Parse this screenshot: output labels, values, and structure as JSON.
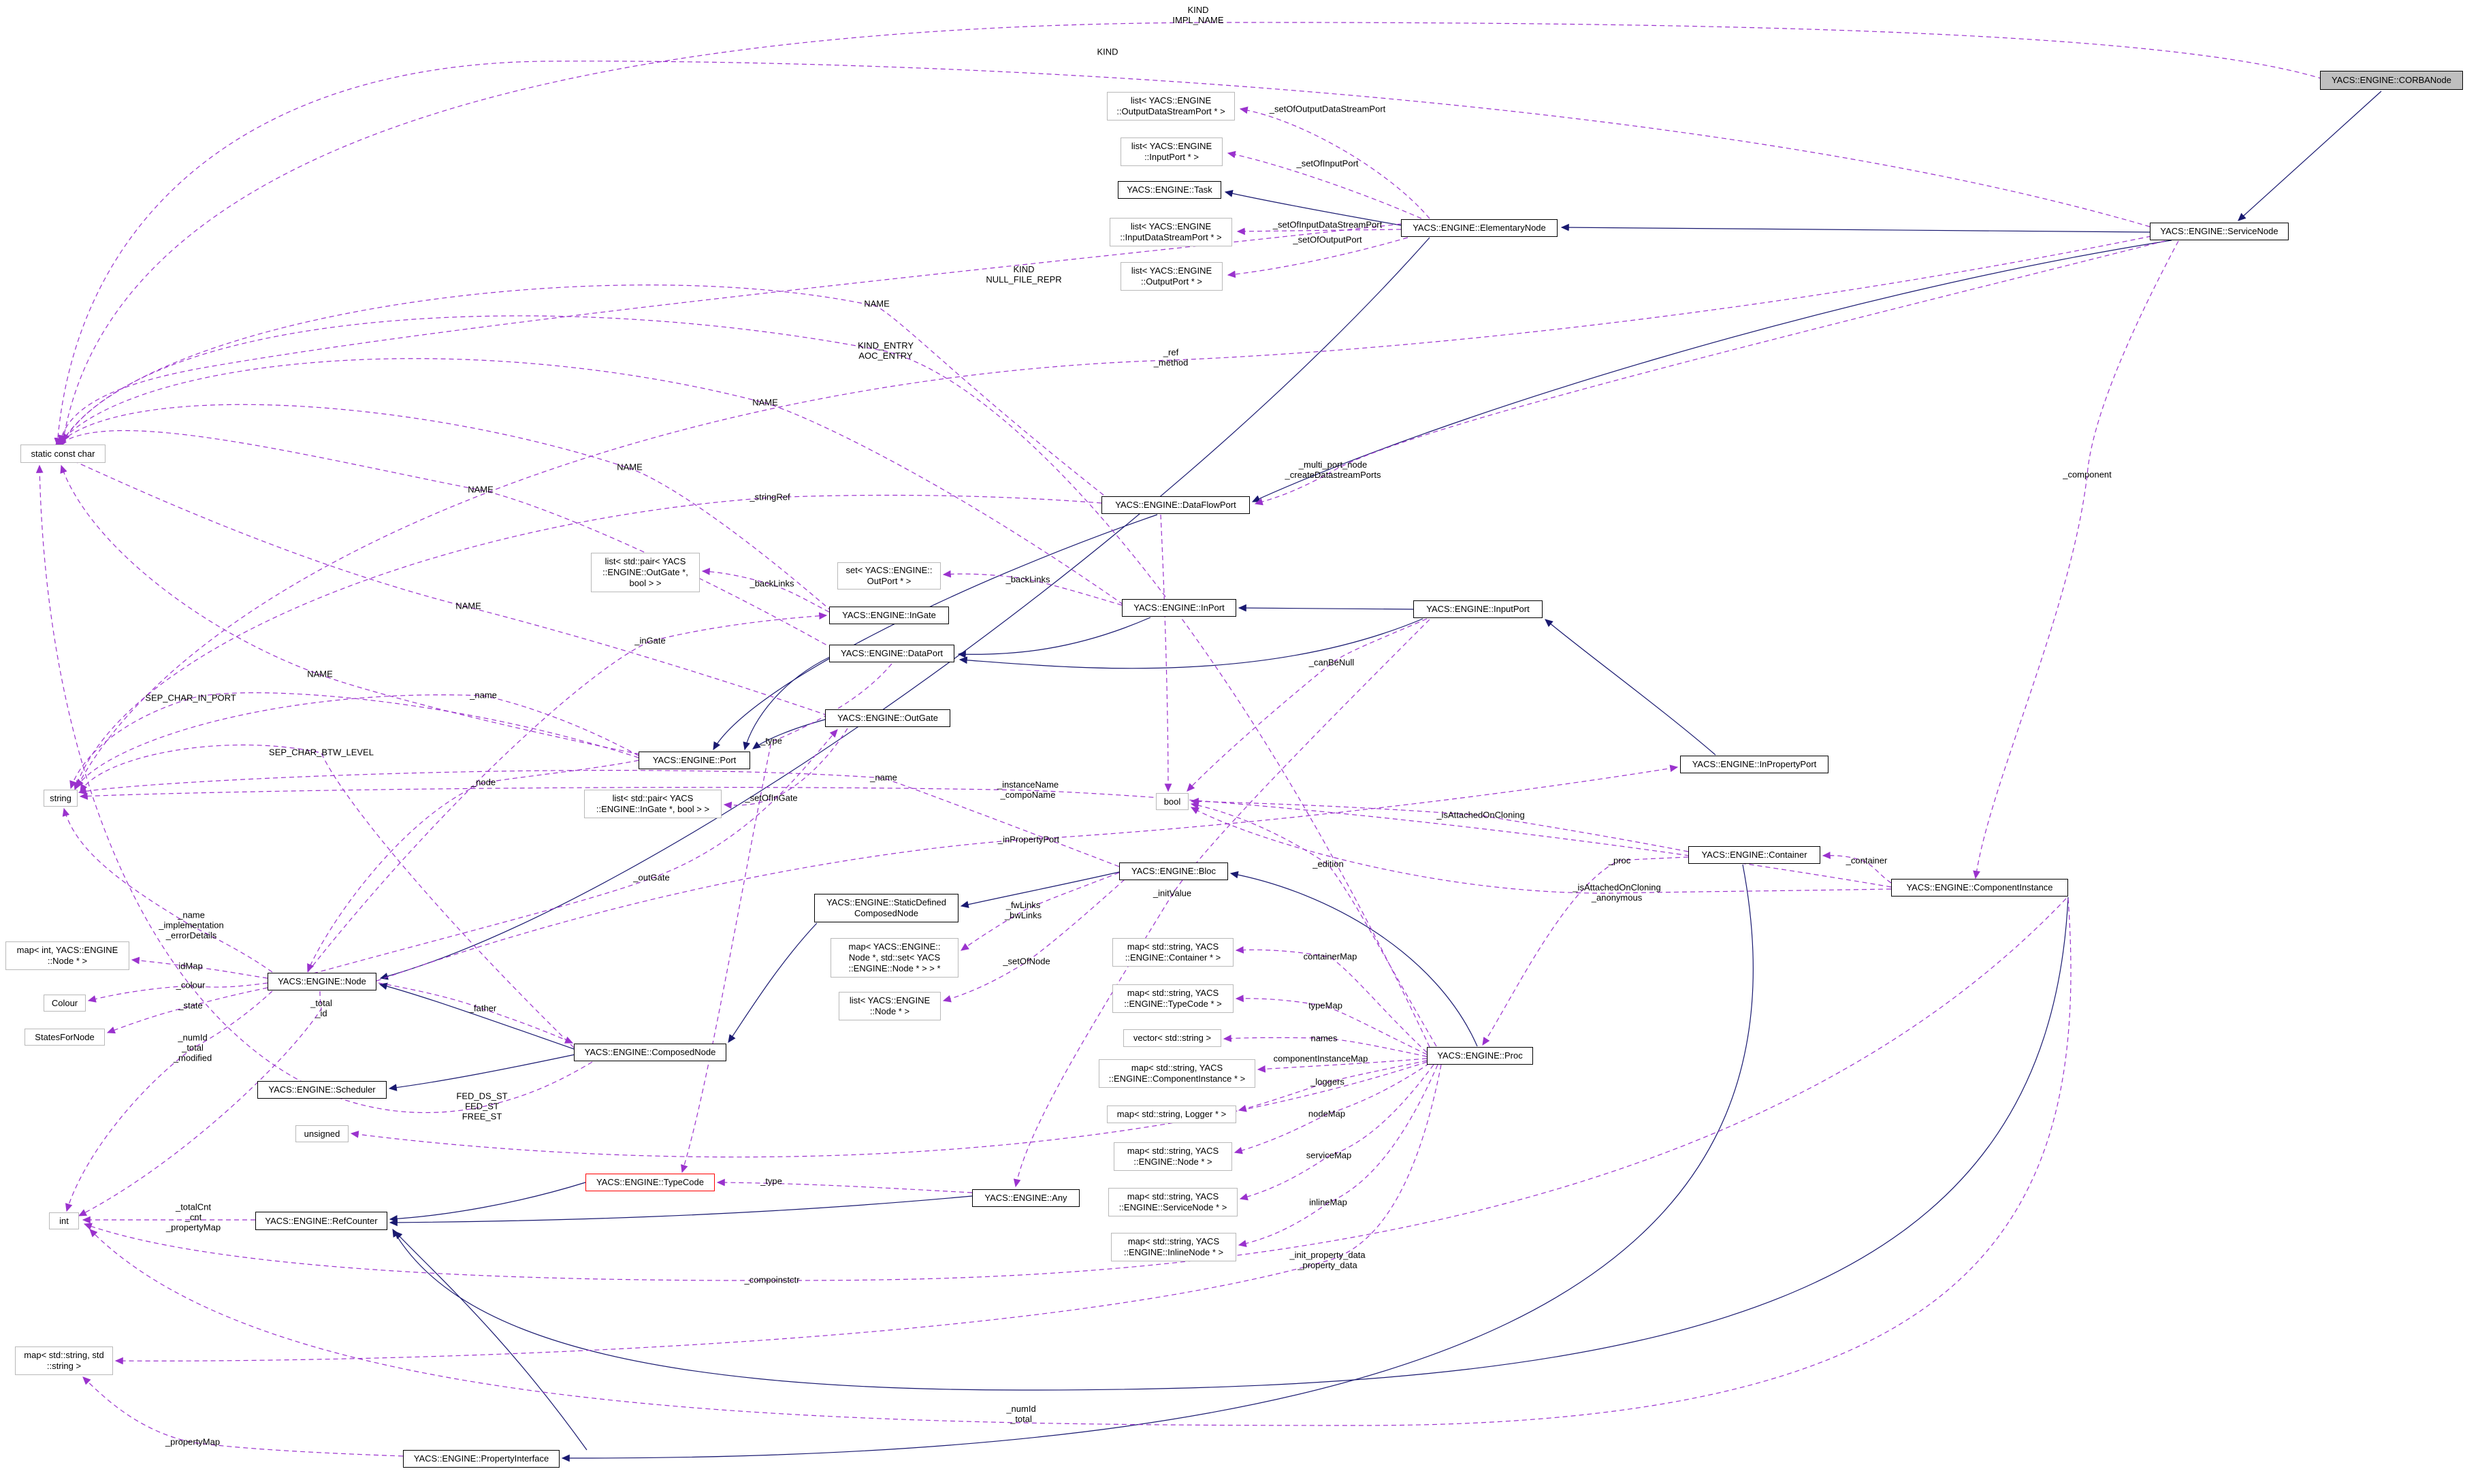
{
  "diagram": {
    "title": "YACS::ENGINE::CORBANode collaboration graph",
    "colors": {
      "inheritance_edge": "#191970",
      "usage_edge": "#9a32cd",
      "highlight_border": "#ff0000",
      "main_node_fill": "#bfbfbf",
      "background": "#ffffff"
    },
    "nodes": [
      {
        "id": "corbanode",
        "label": "YACS::ENGINE::CORBANode"
      },
      {
        "id": "servicenode",
        "label": "YACS::ENGINE::ServiceNode"
      },
      {
        "id": "elementarynode",
        "label": "YACS::ENGINE::ElementaryNode"
      },
      {
        "id": "list-odsp",
        "label": "list< YACS::ENGINE\n::OutputDataStreamPort * >"
      },
      {
        "id": "list-inputport",
        "label": "list< YACS::ENGINE\n::InputPort * >"
      },
      {
        "id": "task",
        "label": "YACS::ENGINE::Task"
      },
      {
        "id": "list-idsp",
        "label": "list< YACS::ENGINE\n::InputDataStreamPort * >"
      },
      {
        "id": "list-outputport",
        "label": "list< YACS::ENGINE\n::OutputPort * >"
      },
      {
        "id": "dataflowport",
        "label": "YACS::ENGINE::DataFlowPort"
      },
      {
        "id": "inport",
        "label": "YACS::ENGINE::InPort"
      },
      {
        "id": "inputport",
        "label": "YACS::ENGINE::InputPort"
      },
      {
        "id": "set-outport",
        "label": "set< YACS::ENGINE::\nOutPort * >"
      },
      {
        "id": "list-pair-outgate",
        "label": "list< std::pair< YACS\n::ENGINE::OutGate *,\nbool > >"
      },
      {
        "id": "ingate",
        "label": "YACS::ENGINE::InGate"
      },
      {
        "id": "dataport",
        "label": "YACS::ENGINE::DataPort"
      },
      {
        "id": "outgate",
        "label": "YACS::ENGINE::OutGate"
      },
      {
        "id": "port",
        "label": "YACS::ENGINE::Port"
      },
      {
        "id": "list-pair-ingate",
        "label": "list< std::pair< YACS\n::ENGINE::InGate *, bool > >"
      },
      {
        "id": "inpropertyport",
        "label": "YACS::ENGINE::InPropertyPort"
      },
      {
        "id": "bool",
        "label": "bool"
      },
      {
        "id": "container",
        "label": "YACS::ENGINE::Container"
      },
      {
        "id": "componentinstance",
        "label": "YACS::ENGINE::ComponentInstance"
      },
      {
        "id": "bloc",
        "label": "YACS::ENGINE::Bloc"
      },
      {
        "id": "sdcn",
        "label": "YACS::ENGINE::StaticDefined\nComposedNode"
      },
      {
        "id": "map-node-set",
        "label": "map< YACS::ENGINE::\nNode *, std::set< YACS\n::ENGINE::Node * > > *"
      },
      {
        "id": "list-node",
        "label": "list< YACS::ENGINE\n::Node * >"
      },
      {
        "id": "map-container",
        "label": "map< std::string, YACS\n::ENGINE::Container * >"
      },
      {
        "id": "map-typecode",
        "label": "map< std::string, YACS\n::ENGINE::TypeCode * >"
      },
      {
        "id": "vector-string",
        "label": "vector< std::string >"
      },
      {
        "id": "map-compinst",
        "label": "map< std::string, YACS\n::ENGINE::ComponentInstance * >"
      },
      {
        "id": "proc",
        "label": "YACS::ENGINE::Proc"
      },
      {
        "id": "map-logger",
        "label": "map< std::string, Logger * >"
      },
      {
        "id": "map-node",
        "label": "map< std::string, YACS\n::ENGINE::Node * >"
      },
      {
        "id": "any",
        "label": "YACS::ENGINE::Any"
      },
      {
        "id": "map-servicenode",
        "label": "map< std::string, YACS\n::ENGINE::ServiceNode * >"
      },
      {
        "id": "map-inlinenode",
        "label": "map< std::string, YACS\n::ENGINE::InlineNode * >"
      },
      {
        "id": "node",
        "label": "YACS::ENGINE::Node"
      },
      {
        "id": "map-int-node",
        "label": "map< int, YACS::ENGINE\n::Node * >"
      },
      {
        "id": "colour",
        "label": "Colour"
      },
      {
        "id": "statesfornode",
        "label": "StatesForNode"
      },
      {
        "id": "scheduler",
        "label": "YACS::ENGINE::Scheduler"
      },
      {
        "id": "unsigned",
        "label": "unsigned"
      },
      {
        "id": "composednode",
        "label": "YACS::ENGINE::ComposedNode"
      },
      {
        "id": "typecode",
        "label": "YACS::ENGINE::TypeCode"
      },
      {
        "id": "refcounter",
        "label": "YACS::ENGINE::RefCounter"
      },
      {
        "id": "int",
        "label": "int"
      },
      {
        "id": "map-string-string",
        "label": "map< std::string, std\n::string >"
      },
      {
        "id": "propertyinterface",
        "label": "YACS::ENGINE::PropertyInterface"
      },
      {
        "id": "string",
        "label": "string"
      },
      {
        "id": "staticconstchar",
        "label": "static const char"
      }
    ],
    "edge_labels": [
      {
        "id": "l1",
        "text": "KIND\nIMPL_NAME"
      },
      {
        "id": "l2",
        "text": "KIND"
      },
      {
        "id": "l3",
        "text": "_setOfOutputDataStreamPort"
      },
      {
        "id": "l4",
        "text": "_setOfInputPort"
      },
      {
        "id": "l5",
        "text": "_setOfInputDataStreamPort"
      },
      {
        "id": "l6",
        "text": "_setOfOutputPort"
      },
      {
        "id": "l7",
        "text": "KIND\nNULL_FILE_REPR"
      },
      {
        "id": "l8",
        "text": "NAME"
      },
      {
        "id": "l9",
        "text": "KIND_ENTRY\nAOC_ENTRY"
      },
      {
        "id": "l10",
        "text": "_ref\n_method"
      },
      {
        "id": "l11",
        "text": "NAME"
      },
      {
        "id": "l12",
        "text": "NAME"
      },
      {
        "id": "l13",
        "text": "_multi_port_node\n_createDatastreamPorts"
      },
      {
        "id": "l14",
        "text": "_component"
      },
      {
        "id": "l15",
        "text": "NAME"
      },
      {
        "id": "l16",
        "text": "_stringRef"
      },
      {
        "id": "l17",
        "text": "_backLinks"
      },
      {
        "id": "l18",
        "text": "_backLinks"
      },
      {
        "id": "l19",
        "text": "NAME"
      },
      {
        "id": "l20",
        "text": "_inGate"
      },
      {
        "id": "l21",
        "text": "_canBeNull"
      },
      {
        "id": "l22",
        "text": "NAME"
      },
      {
        "id": "l23",
        "text": "SEP_CHAR_IN_PORT"
      },
      {
        "id": "l24",
        "text": "_name"
      },
      {
        "id": "l25",
        "text": "SEP_CHAR_BTW_LEVEL"
      },
      {
        "id": "l26",
        "text": "_type"
      },
      {
        "id": "l27",
        "text": "_name"
      },
      {
        "id": "l28",
        "text": "_node"
      },
      {
        "id": "l29",
        "text": "_setOfInGate"
      },
      {
        "id": "l30",
        "text": "_instanceName\n_compoName"
      },
      {
        "id": "l31",
        "text": "_isAttachedOnCloning"
      },
      {
        "id": "l32",
        "text": "_inPropertyPort"
      },
      {
        "id": "l33",
        "text": "_edition"
      },
      {
        "id": "l34",
        "text": "_proc"
      },
      {
        "id": "l35",
        "text": "_container"
      },
      {
        "id": "l36",
        "text": "_outGate"
      },
      {
        "id": "l37",
        "text": "_isAttachedOnCloning\n_anonymous"
      },
      {
        "id": "l38",
        "text": "_initValue"
      },
      {
        "id": "l39",
        "text": "_fwLinks\n_bwLinks"
      },
      {
        "id": "l40",
        "text": "_name\n_implementation\n_errorDetails"
      },
      {
        "id": "l41",
        "text": "_setOfNode"
      },
      {
        "id": "l42",
        "text": "containerMap"
      },
      {
        "id": "l43",
        "text": "idMap"
      },
      {
        "id": "l44",
        "text": "_colour"
      },
      {
        "id": "l45",
        "text": "typeMap"
      },
      {
        "id": "l46",
        "text": "_state"
      },
      {
        "id": "l47",
        "text": "_total\n_id"
      },
      {
        "id": "l48",
        "text": "_father"
      },
      {
        "id": "l49",
        "text": "names"
      },
      {
        "id": "l50",
        "text": "_numId\n_total\n_modified"
      },
      {
        "id": "l51",
        "text": "componentInstanceMap"
      },
      {
        "id": "l52",
        "text": "_loggers"
      },
      {
        "id": "l53",
        "text": "FED_DS_ST\nFED_ST\nFREE_ST"
      },
      {
        "id": "l54",
        "text": "nodeMap"
      },
      {
        "id": "l55",
        "text": "serviceMap"
      },
      {
        "id": "l56",
        "text": "inlineMap"
      },
      {
        "id": "l57",
        "text": "_totalCnt\n_cnt\n_propertyMap"
      },
      {
        "id": "l58",
        "text": "_type"
      },
      {
        "id": "l59",
        "text": "_init_property_data\n_property_data"
      },
      {
        "id": "l60",
        "text": "_compoinstctr"
      },
      {
        "id": "l61",
        "text": "_numId\n_total"
      },
      {
        "id": "l62",
        "text": "_propertyMap"
      }
    ]
  }
}
